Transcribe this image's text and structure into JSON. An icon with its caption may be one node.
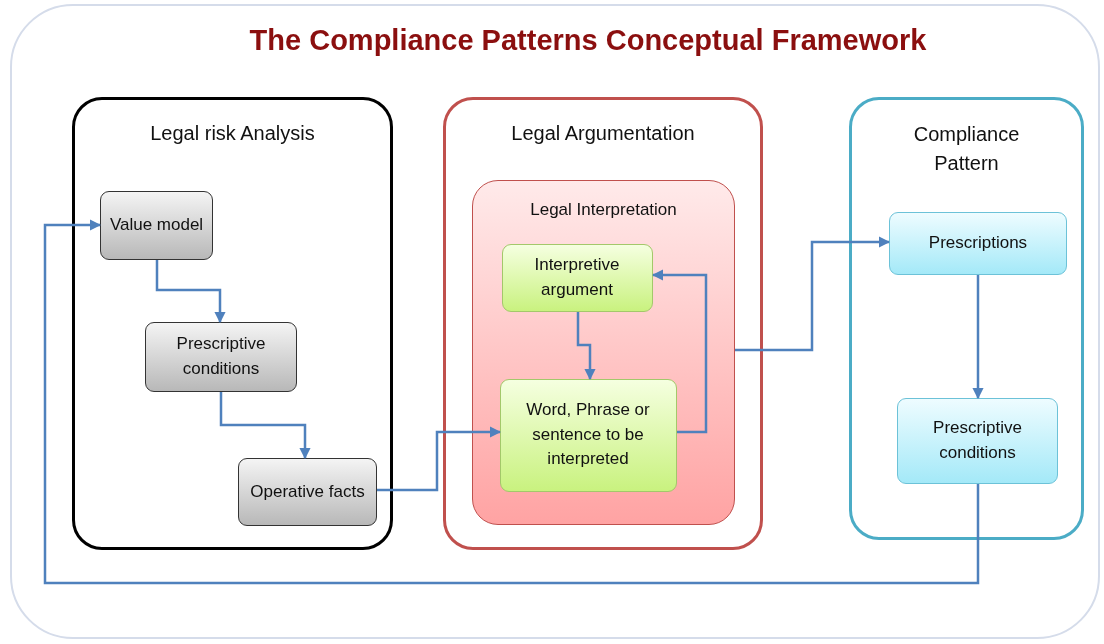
{
  "diagram": {
    "title": "The Compliance Patterns Conceptual Framework",
    "nodes": [
      {
        "text": [
          "Legal risk Analysis"
        ]
      },
      {
        "text": [
          "Value model"
        ],
        "in": 0
      },
      {
        "text": [
          "Prescriptive conditions"
        ],
        "in": 0
      },
      {
        "text": [
          "Operative facts"
        ],
        "in": 0
      },
      {
        "text": [
          "Legal Argumentation"
        ]
      },
      {
        "text": [
          "Legal Interpretation"
        ],
        "in": 4
      },
      {
        "text": [
          "Interpretive argument"
        ],
        "in": 5
      },
      {
        "text": [
          "Word, Phrase or sentence to be interpreted"
        ],
        "in": 5
      },
      {
        "text": [
          "Compliance Pattern"
        ]
      },
      {
        "text": [
          "Prescriptions"
        ],
        "in": 8
      },
      {
        "text": [
          "Prescriptive conditions"
        ],
        "in": 8
      }
    ],
    "edges": [
      {
        "from": 1,
        "to": 2,
        "arrow": "to"
      },
      {
        "from": 2,
        "to": 3,
        "arrow": "to"
      },
      {
        "from": 3,
        "to": 7,
        "arrow": "to"
      },
      {
        "from": 6,
        "to": 7,
        "arrow": "to"
      },
      {
        "from": 7,
        "to": 6,
        "arrow": "to"
      },
      {
        "from": 5,
        "to": 9,
        "arrow": "to"
      },
      {
        "from": 9,
        "to": 10,
        "arrow": "to"
      },
      {
        "from": 10,
        "to": 1,
        "arrow": "to"
      }
    ]
  }
}
